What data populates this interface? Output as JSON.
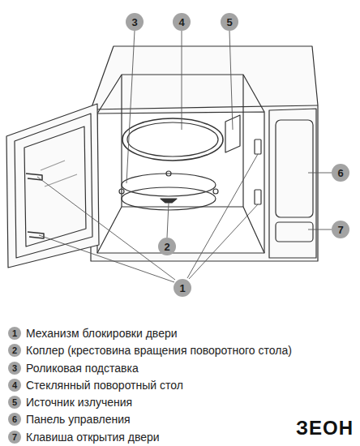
{
  "diagram": {
    "nodes": [
      {
        "text": [
          "3"
        ]
      },
      {
        "text": [
          "4"
        ]
      },
      {
        "text": [
          "5"
        ]
      },
      {
        "text": [
          "6"
        ]
      },
      {
        "text": [
          "7"
        ]
      },
      {
        "text": [
          "2"
        ]
      },
      {
        "text": [
          "1"
        ]
      },
      {
        "text": [
          "1"
        ]
      },
      {
        "text": [
          "2"
        ]
      },
      {
        "text": [
          "3"
        ]
      },
      {
        "text": [
          "4"
        ]
      },
      {
        "text": [
          "5"
        ]
      },
      {
        "text": [
          "6"
        ]
      },
      {
        "text": [
          "7"
        ]
      }
    ],
    "labels": [
      "Механизм блокировки двери",
      "Коплер (крестовина вращения поворотного стола)",
      "Роликовая подставка",
      "Стеклянный поворотный стол",
      "Источник излучения",
      "Панель управления",
      "Клавиша открытия двери",
      "ЗЕОН"
    ]
  }
}
